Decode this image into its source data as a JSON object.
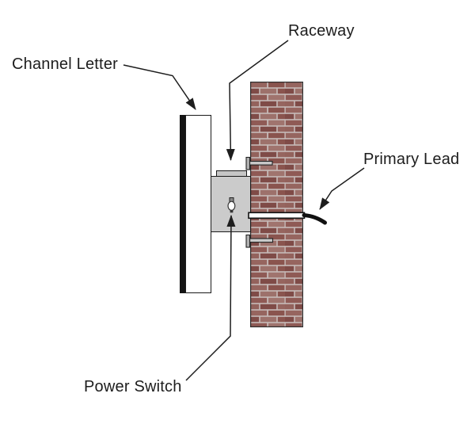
{
  "diagram": {
    "type": "technical-illustration",
    "subject": "Channel letter sign mounted to a brick wall via a raceway",
    "labels": {
      "channel_letter": "Channel Letter",
      "raceway": "Raceway",
      "primary_lead": "Primary Lead",
      "power_switch": "Power Switch"
    },
    "colors": {
      "background": "#ffffff",
      "line_and_text": "#1d1d1d",
      "raceway_fill": "#cbcbcb",
      "raceway_lid_fill": "#c6c6c6",
      "channel_letter_face": "#ffffff",
      "channel_letter_back": "#141414",
      "brick": "#96655f",
      "brick_dark": "#7f4b47",
      "brick_light": "#a0746e",
      "mortar": "#c6bab8",
      "bolt": "#b3b3b3",
      "conduit": "#ffffff",
      "primary_lead_wire": "#111111"
    }
  }
}
